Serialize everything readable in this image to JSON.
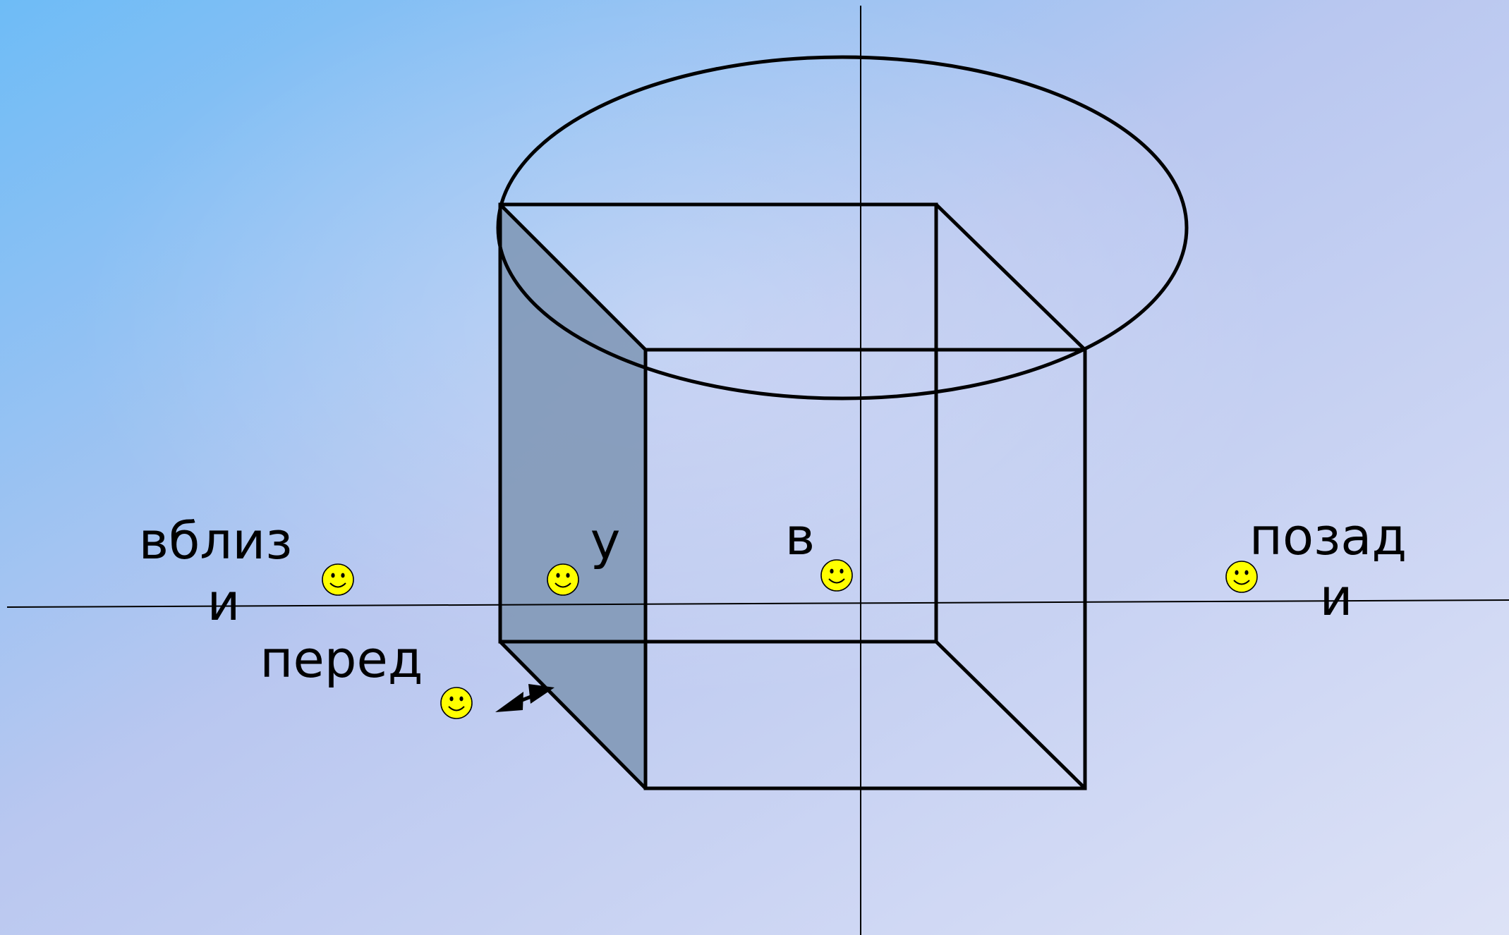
{
  "labels": {
    "near": [
      "вблиз",
      "и"
    ],
    "at": "у",
    "in": "в",
    "behind": [
      "позад",
      "и"
    ],
    "front": "перед"
  },
  "icons": {
    "smiley": "smiley-face-icon",
    "arrow": "double-headed-arrow-icon"
  },
  "colors": {
    "background_start": "#6ebcf6",
    "background_mid": "#b9c7f0",
    "background_end": "#dde2f6",
    "cube_shaded_face": "#7e95b4",
    "smiley_fill": "#ffff00",
    "stroke": "#000000"
  }
}
